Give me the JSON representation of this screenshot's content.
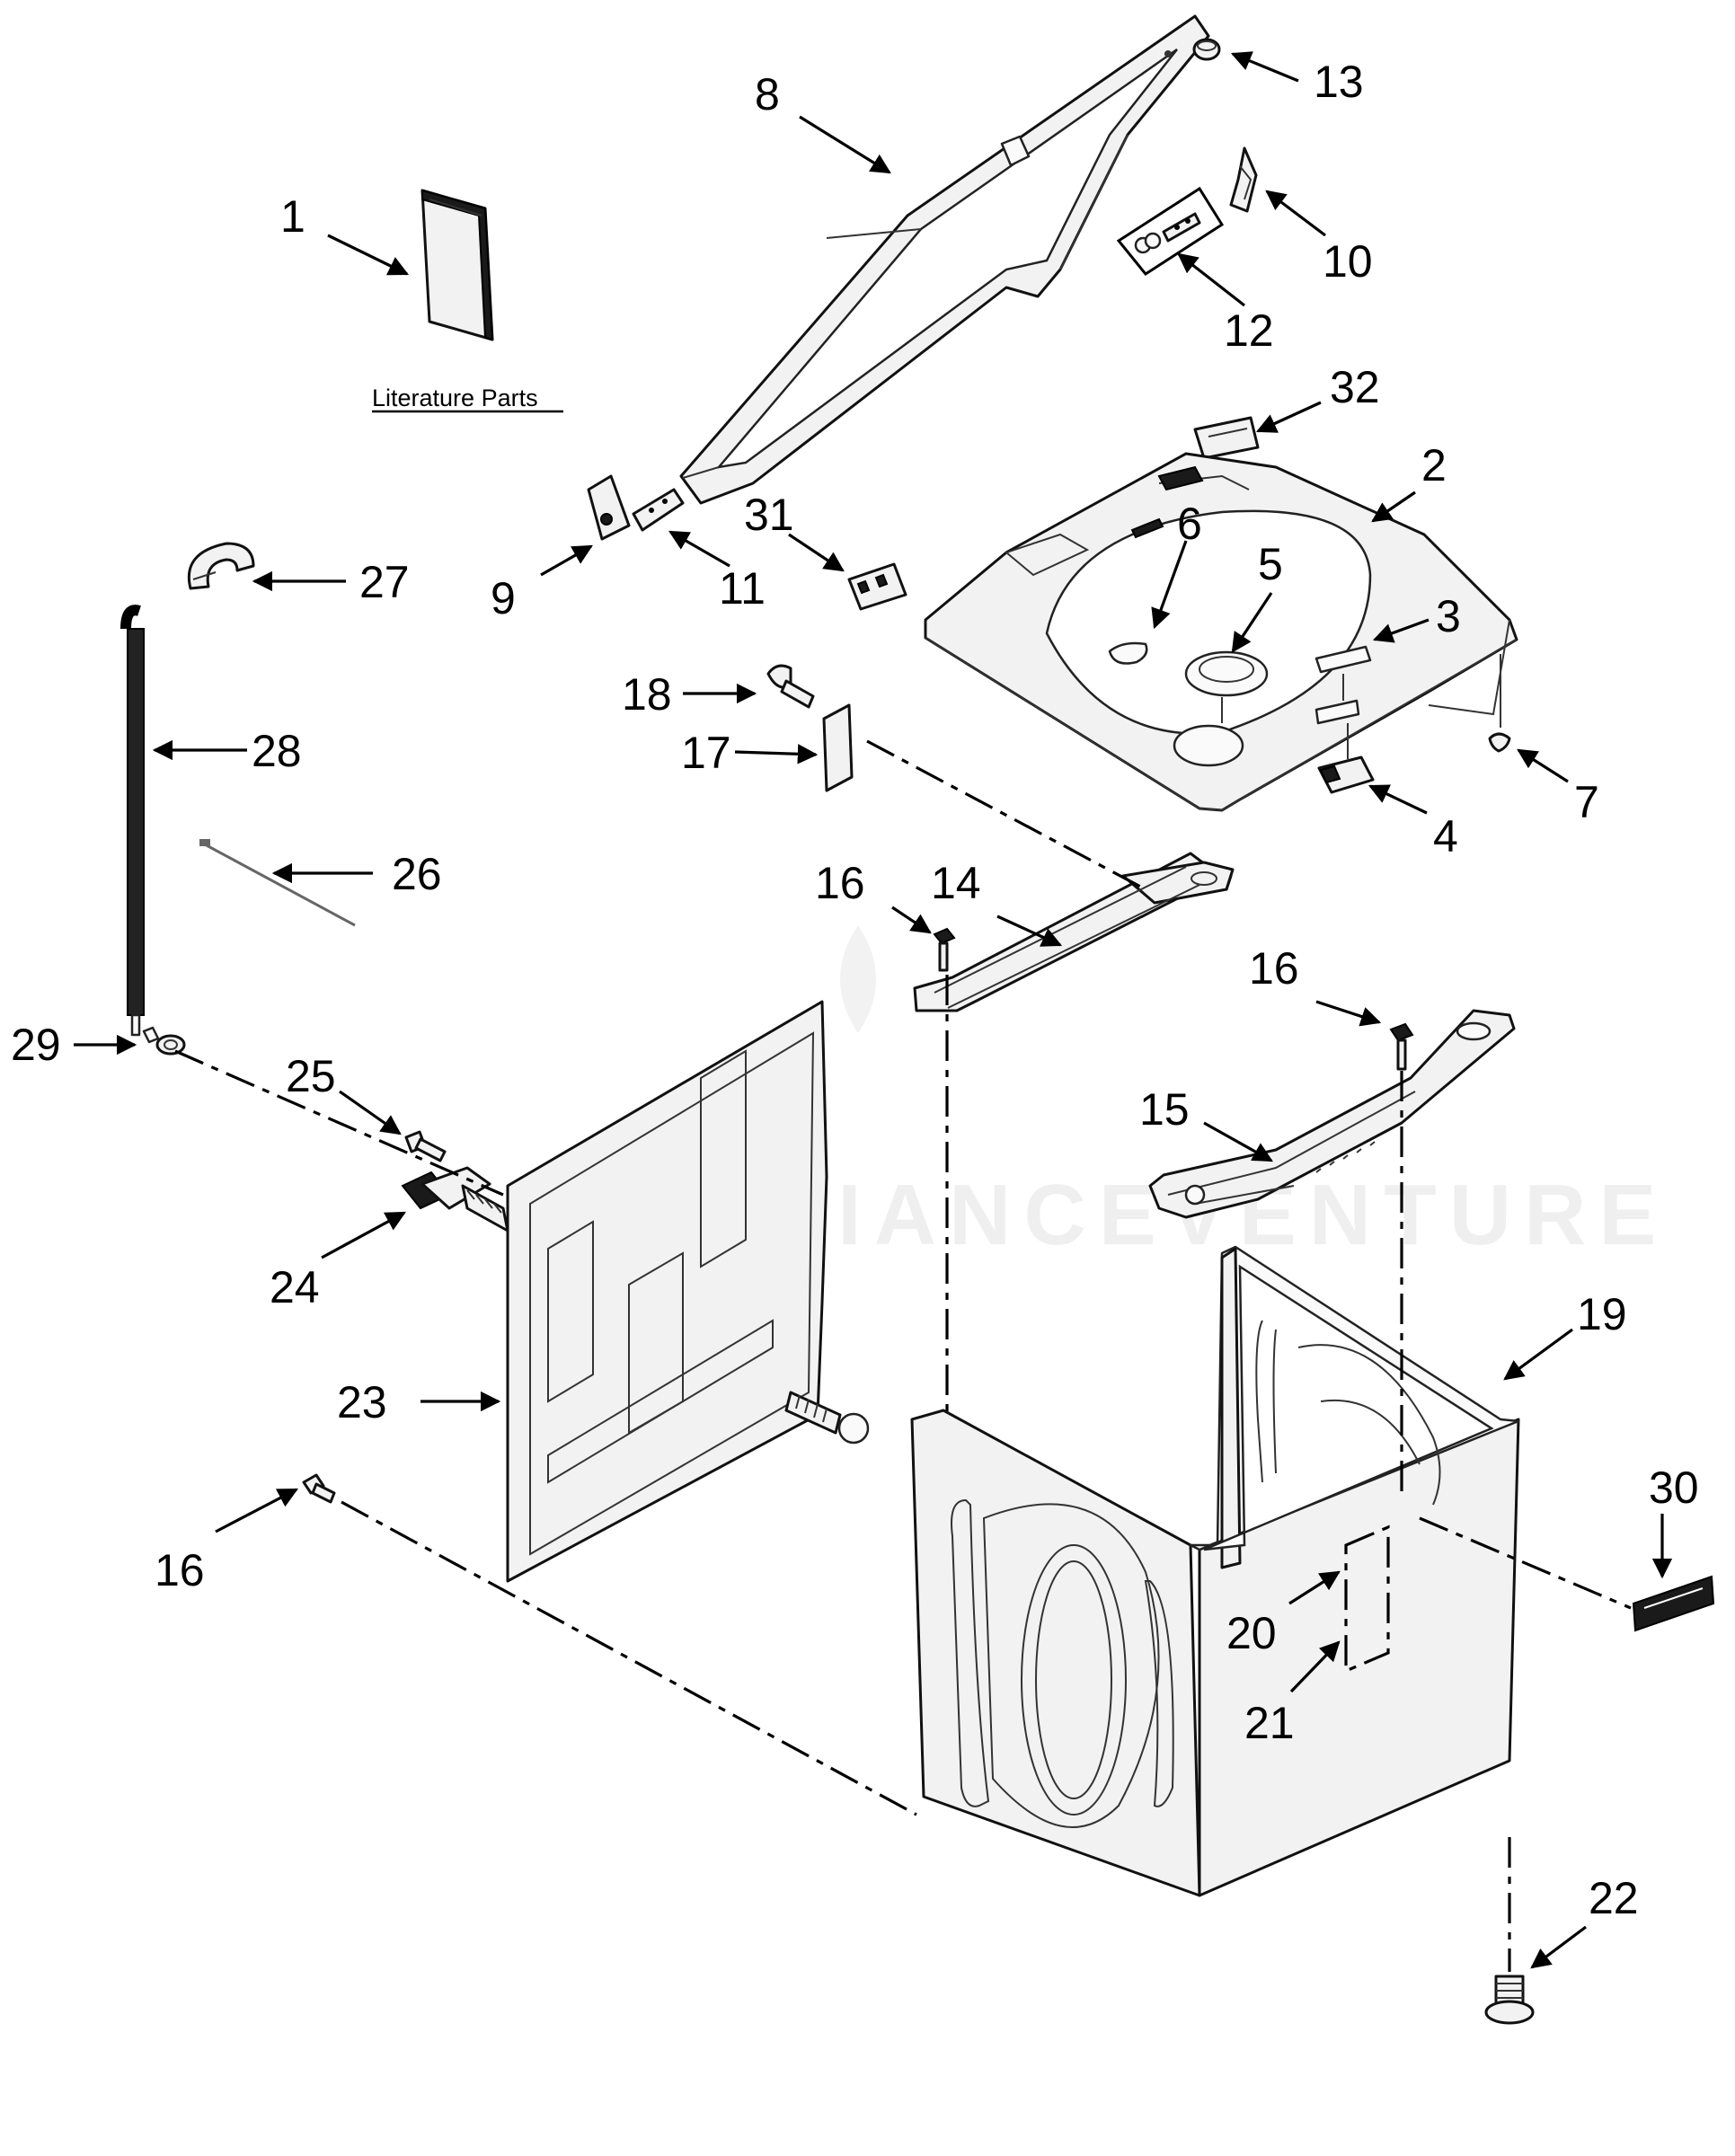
{
  "literature_label": "Literature Parts",
  "watermark": "APPLIANCEVENTURE",
  "callouts": [
    "1",
    "2",
    "3",
    "4",
    "5",
    "6",
    "7",
    "8",
    "9",
    "10",
    "11",
    "12",
    "13",
    "14",
    "15",
    "16",
    "17",
    "18",
    "19",
    "20",
    "21",
    "22",
    "23",
    "24",
    "25",
    "26",
    "27",
    "28",
    "29",
    "30",
    "31",
    "32"
  ],
  "colors": {
    "line": "#000000",
    "fill": "#f2f2f2",
    "background": "#ffffff"
  }
}
